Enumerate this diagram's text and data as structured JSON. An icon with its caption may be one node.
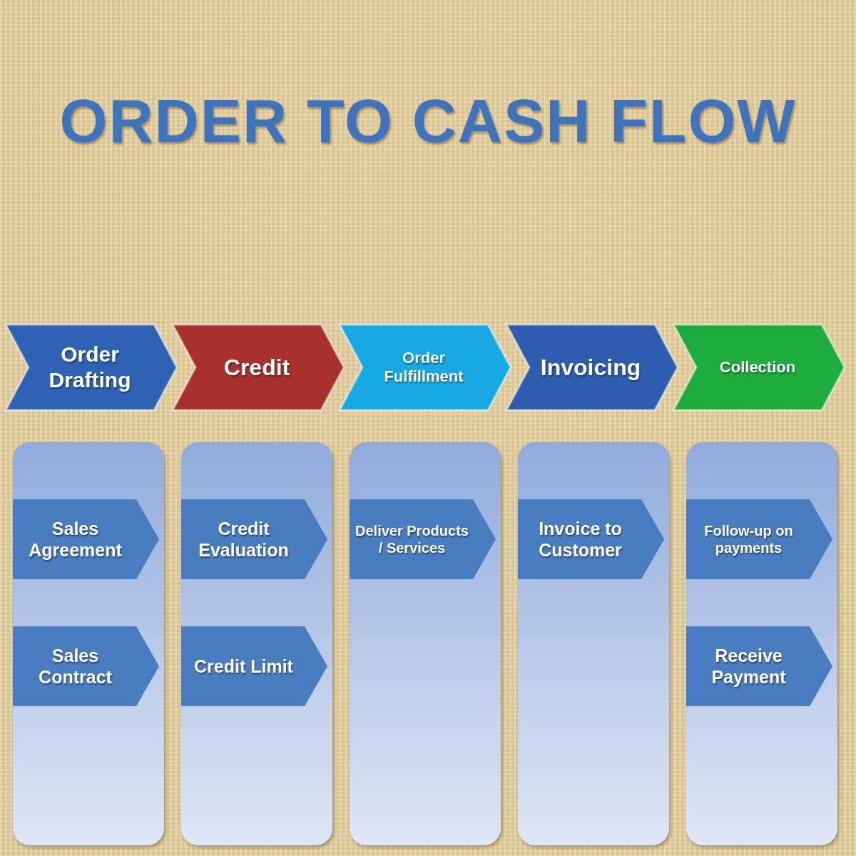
{
  "diagram": {
    "title": "ORDER TO CASH FLOW",
    "nodes": [
      {
        "text": [
          "Order Drafting"
        ]
      },
      {
        "text": [
          "Credit"
        ]
      },
      {
        "text": [
          "Order Fulfillment"
        ]
      },
      {
        "text": [
          "Invoicing"
        ]
      },
      {
        "text": [
          "Collection"
        ]
      },
      {
        "text": [],
        "shape": "box"
      },
      {
        "text": [
          "Sales Agreement"
        ],
        "in": 5
      },
      {
        "text": [
          "Sales Contract"
        ],
        "in": 5
      },
      {
        "text": [],
        "shape": "box"
      },
      {
        "text": [
          "Credit Evaluation"
        ],
        "in": 8
      },
      {
        "text": [
          "Credit Limit"
        ],
        "in": 8
      },
      {
        "text": [],
        "shape": "box"
      },
      {
        "text": [
          "Deliver Products / Services"
        ],
        "in": 11
      },
      {
        "text": [],
        "shape": "box"
      },
      {
        "text": [
          "Invoice to Customer"
        ],
        "in": 13
      },
      {
        "text": [],
        "shape": "box"
      },
      {
        "text": [
          "Follow-up on payments"
        ],
        "in": 15
      },
      {
        "text": [
          "Receive Payment"
        ],
        "in": 15
      }
    ]
  }
}
